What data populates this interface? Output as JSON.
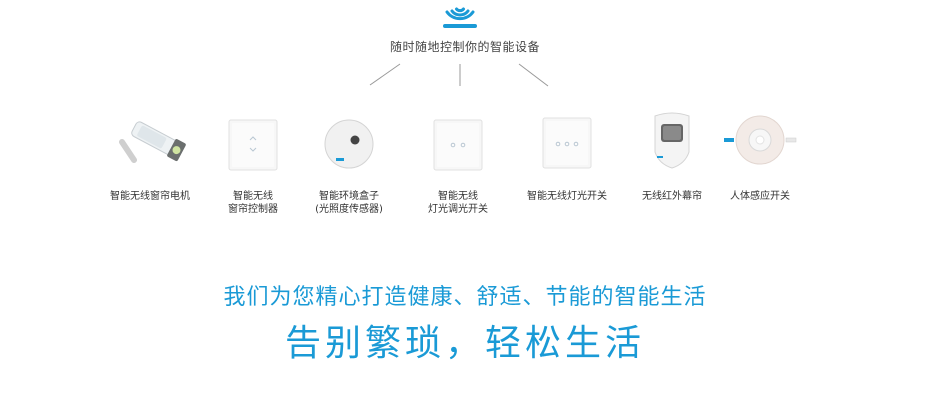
{
  "header": {
    "icon": "wireless-signal-icon",
    "tagline": "随时随地控制你的智能设备"
  },
  "devices": [
    {
      "icon": "curtain-motor-icon",
      "label": "智能无线窗帘电机"
    },
    {
      "icon": "curtain-controller-icon",
      "label_lines": [
        "智能无线",
        "窗帘控制器"
      ]
    },
    {
      "icon": "environment-box-icon",
      "label_lines": [
        "智能环境盒子",
        "(光照度传感器)"
      ]
    },
    {
      "icon": "dimmer-switch-icon",
      "label_lines": [
        "智能无线",
        "灯光调光开关"
      ]
    },
    {
      "icon": "light-switch-icon",
      "label": "智能无线灯光开关"
    },
    {
      "icon": "infrared-curtain-icon",
      "label": "无线红外幕帘"
    },
    {
      "icon": "motion-sensor-icon",
      "label": "人体感应开关"
    }
  ],
  "slogan": "我们为您精心打造健康、舒适、节能的智能生活",
  "headline": "告别繁琐，轻松生活",
  "colors": {
    "accent": "#1a9ad6",
    "text": "#333333"
  }
}
